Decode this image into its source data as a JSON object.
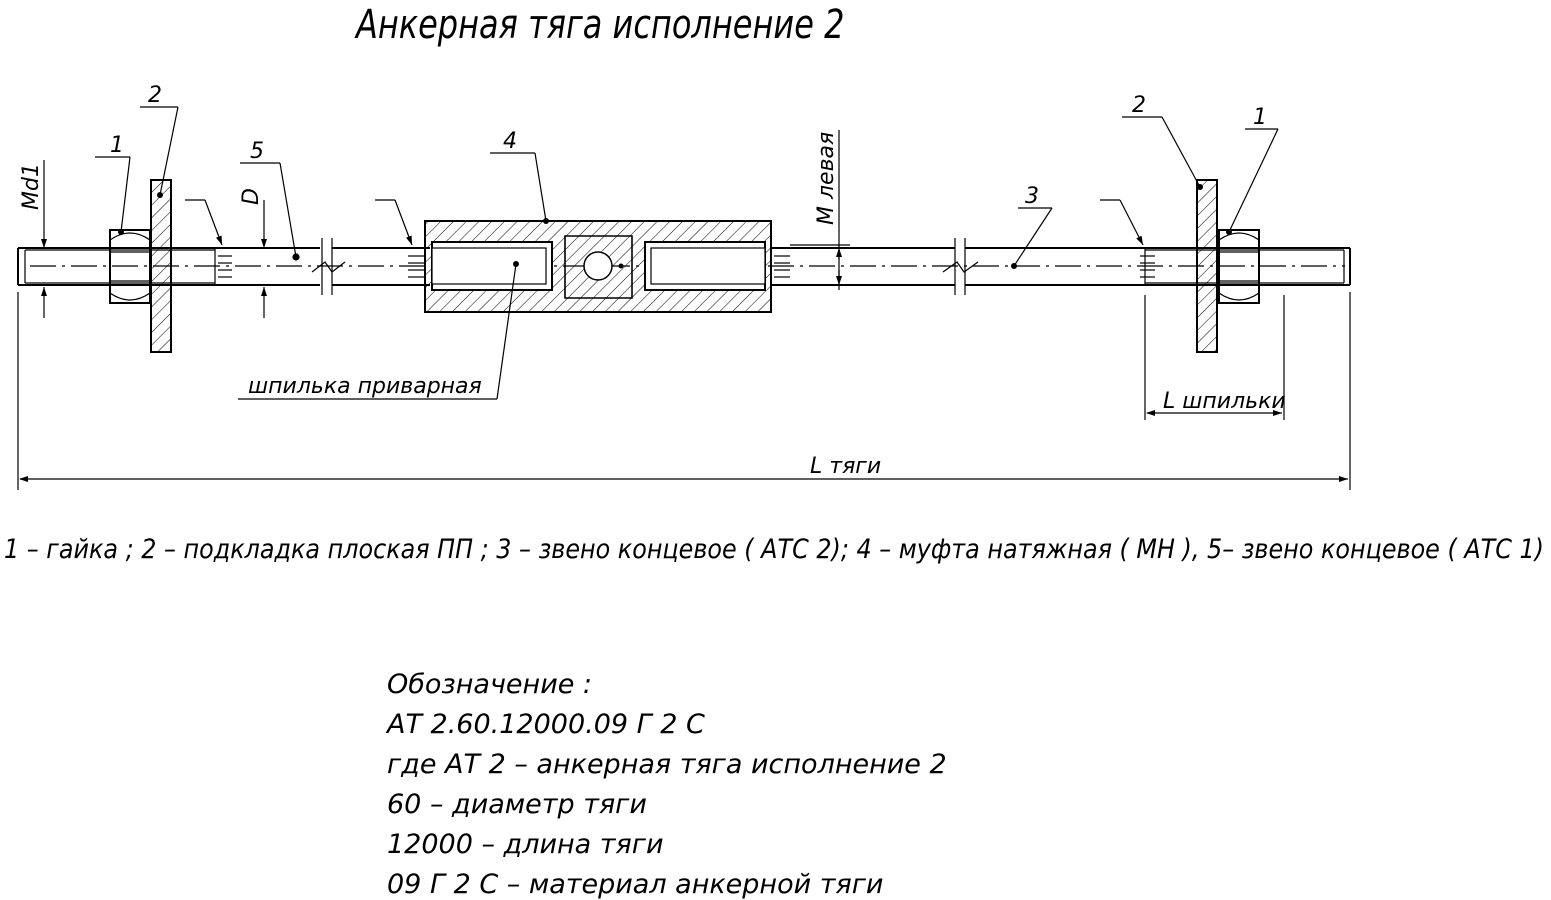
{
  "title": "Анкерная тяга исполнение 2",
  "callouts": {
    "left_nut": "1",
    "left_plate": "2",
    "link_5": "5",
    "coupling": "4",
    "link_3": "3",
    "right_plate": "2",
    "right_nut": "1"
  },
  "dimensions": {
    "md1": "Md1",
    "d": "D",
    "m_left": "M левая",
    "stud_welded": "шпилька приварная",
    "l_stud": "L шпильки",
    "l_rod": "L тяги"
  },
  "legend_text": "1 – гайка ; 2 – подкладка плоская ПП ; 3 – звено концевое ( АТС 2); 4 – муфта натяжная ( МН ), 5– звено концевое ( АТС 1)",
  "designation": {
    "heading": "Обозначение :",
    "code": "АТ 2.60.12000.09 Г 2 С",
    "line_at2": "где АТ 2 – анкерная тяга исполнение 2",
    "line_60": "60 – диаметр тяги",
    "line_12000": "12000 – длина тяги",
    "line_material": "09 Г 2 С – материал анкерной тяги"
  }
}
